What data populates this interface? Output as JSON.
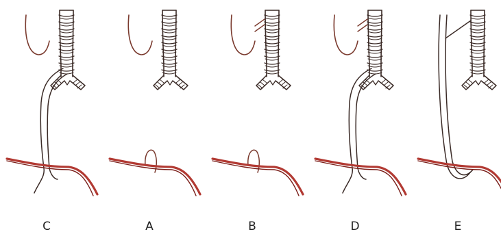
{
  "panels": [
    {
      "label": "C",
      "type": "proximal-pouch-distal-fistula"
    },
    {
      "label": "A",
      "type": "isolated-atresia"
    },
    {
      "label": "B",
      "type": "proximal-fistula"
    },
    {
      "label": "D",
      "type": "double-fistula"
    },
    {
      "label": "E",
      "type": "h-type-fistula"
    }
  ],
  "colors": {
    "outline": "#3a2a26",
    "esophagus": "#7a3a2e",
    "stomach_red": "#b23a33",
    "stomach_dark": "#7a1f1a",
    "background": "#ffffff"
  }
}
